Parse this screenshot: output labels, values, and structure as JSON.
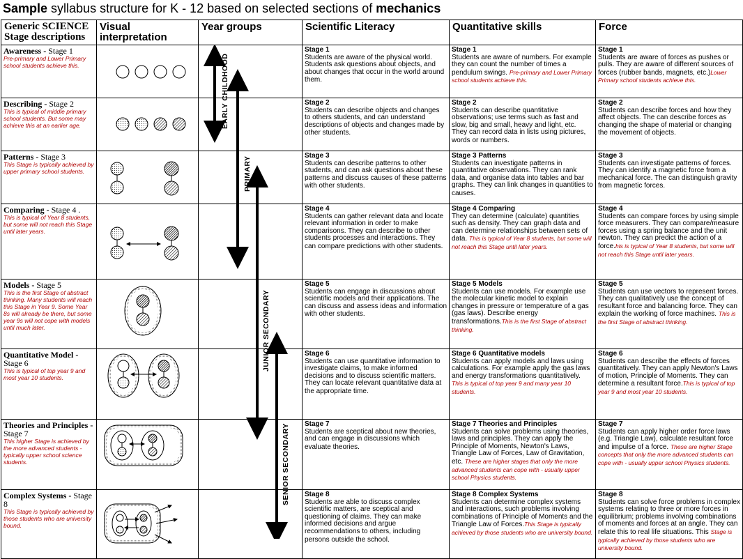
{
  "title": {
    "prefix": "Sample",
    "middle": " syllabus structure for K - 12 based on selected sections of ",
    "suffix": "mechanics"
  },
  "headers": {
    "c0_line1": "Generic SCIENCE",
    "c0_line2": "Stage descriptions",
    "visual": "Visual interpretation",
    "year": "Year groups",
    "literacy": "Scientific Literacy",
    "quant": "Quantitative skills",
    "force": "Force"
  },
  "year_labels": [
    "EARLY CHILDHOOD",
    "PRIMARY",
    "JUNIOR SECONDARY",
    "SENIOR SECONDARY"
  ],
  "rows": [
    {
      "name": "Awareness -",
      "stage": " Stage 1",
      "note": "Pre-primary and Lower Primary school students achieve this.",
      "lit": {
        "h": "Stage 1",
        "t": "Students are aware of the physical world. Students ask questions about objects, and about changes that occur in the world around them.",
        "n": ""
      },
      "quant": {
        "h": "Stage 1",
        "t": "Students are aware of numbers. For example they can count the number of times a pendulum swings. ",
        "n": "Pre-primary and Lower Primary school students achieve this."
      },
      "force": {
        "h": "Stage 1",
        "t": "Students are aware of forces as pushes or pulls. They are aware of different sources of forces (rubber bands, magnets, etc.)",
        "n": "Lower Primary school students achieve this."
      }
    },
    {
      "name": "Describing -",
      "stage": " Stage 2",
      "note": "This is typical of middle primary school students. But some may achieve this at an earlier age.",
      "lit": {
        "h": "Stage 2",
        "t": "Students can describe objects and changes to others students, and can understand descriptions of objects and changes made by other students.",
        "n": ""
      },
      "quant": {
        "h": "Stage 2",
        "t": "Students can describe quantitative observations; use terms such as fast and slow, big and small, heavy and light, etc. They can record data in lists using pictures, words or numbers.",
        "n": ""
      },
      "force": {
        "h": "Stage 2",
        "t": "Students can describe forces and how they affect objects. The can describe forces as changing the shape of material or changing the movement of objects.",
        "n": ""
      }
    },
    {
      "name": "Patterns -",
      "stage": " Stage 3",
      "note": "This Stage is typically achieved by upper primary school students.",
      "lit": {
        "h": "Stage 3",
        "t": "Students can describe patterns to other students, and can ask questions about these patterns and discuss causes of these patterns with other students.",
        "n": ""
      },
      "quant": {
        "h": "Stage 3 Patterns",
        "t": "Students can investigate patterns in quantitative observations. They can rank data, and organise data into tables and bar graphs. They can link changes in quantities to causes.",
        "n": ""
      },
      "force": {
        "h": "Stage 3",
        "t": "Students can investigate patterns of forces. They can identify a magnetic force from a mechanical force. The can distinguish gravity from magnetic forces.",
        "n": ""
      }
    },
    {
      "name": "Comparing -",
      "stage": " Stage 4 .",
      "note": "This is typical of Year 8 students, but some will not reach this Stage until later years.",
      "lit": {
        "h": "Stage 4",
        "t": "Students can gather relevant data and locate relevant information in order to make comparisons. They can describe  to other students processes and interactions. They can compare predictions with other students.",
        "n": ""
      },
      "quant": {
        "h": "Stage 4 Comparing",
        "t": "They can determine (calculate) quantities such as density. They can graph data and can determine relationships between sets of data. ",
        "n": "This is typical of Year 8 students, but some will not reach this Stage until later years."
      },
      "force": {
        "h": "Stage 4",
        "t": "Students can compare forces by using simple force measurers. They can compare/measure forces using a spring balance and the unit newton. They can predict the action of a force.",
        "n": "his is typical of Year 8 students, but some will not reach this Stage until later years."
      }
    },
    {
      "name": "Models -",
      "stage": " Stage 5",
      "note": "This is the first Stage of abstract thinking. Many students will reach this Stage in Year 9. Some Year 8s will already be there, but some year 9s will not cope with models until much later.",
      "lit": {
        "h": "Stage 5",
        "t": "Students can engage in discussions about scientific models and their applications. The can discuss and assess ideas and information with other students.",
        "n": ""
      },
      "quant": {
        "h": "Stage 5 Models",
        "t": "Students can use models. For example use the molecular kinetic model to explain changes in pressure or temperature of a gas (gas laws). Describe energy transformations.",
        "n": "This is the first Stage of abstract thinking."
      },
      "force": {
        "h": "Stage 5",
        "t": "Students can use vectors to represent forces. They can qualitatively use the concept of resultant force and balancing force. They can explain the working of force machines. ",
        "n": "This is the first Stage of abstract thinking."
      }
    },
    {
      "name": "Quantitative Model -",
      "stage": " Stage 6",
      "note": "This is typical of top year 9 and most year 10 students.",
      "lit": {
        "h": "Stage 6",
        "t": "Students can use quantitative information to investigate claims, to make informed decisions and to discuss scientific matters. They can locate relevant quantitative data at the appropriate time.",
        "n": ""
      },
      "quant": {
        "h": "Stage 6 Quantitative models",
        "t": "Students can apply models and laws using calculations. For example apply the gas laws and energy transformations quantitatively. ",
        "n": "This is typical of top year 9 and many year 10 students."
      },
      "force": {
        "h": "Stage 6",
        "t": "Students can describe the effects of forces quantitatively. They can apply Newton's Laws of motion, Principle of Moments. They can determine a resultant force.",
        "n": "This is typical of top year 9 and most year 10 students."
      }
    },
    {
      "name": "Theories and Principles -",
      "stage": " Stage 7",
      "note": "This higher Stage is achieved by the more advanced students  - typically upper school science students.",
      "lit": {
        "h": "Stage 7",
        "t": "Students are sceptical about new theories, and can engage in discussions which evaluate theories.",
        "n": ""
      },
      "quant": {
        "h": "Stage 7 Theories and Principles",
        "t": "Students can solve problems using theories, laws and principles. They can apply the Principle of Moments, Newton's Laws, Triangle Law of Forces, Law of Gravitation, etc. ",
        "n": "These are higher stages that only the more advanced students can cope with - usually upper school Physics students."
      },
      "force": {
        "h": "Stage 7",
        "t": "Students can apply higher order force laws (e.g. Triangle Law), calculate resultant force and impulse of a force. ",
        "n": "These are higher Stage concepts that only the more advanced students can cope with - usually upper school Physics students."
      }
    },
    {
      "name": "Complex Systems  -",
      "stage": " Stage 8",
      "note": "This Stage is typically achieved by those students who are university bound.",
      "lit": {
        "h": "Stage 8",
        "t": "Students are able to discuss complex scientific matters, are sceptical and questioning of claims. They can make informed decisions and argue recommendations to others, including persons outside the school.",
        "n": ""
      },
      "quant": {
        "h": "Stage 8 Complex Systems",
        "t": "Students can determine complex systems and interactions, such problems involving combinations of Principle of Moments and the Triangle Law of Forces.",
        "n": "This Stage is typically achieved by those students who are university bound."
      },
      "force": {
        "h": "Stage 8",
        "t": "Students can solve force problems in complex systems relating to three or more forces in equilibrium; problems involving combinations of moments and forces at an angle. They can relate this to real life situations. This ",
        "n": "Stage is typically achieved by those students who are university bound."
      }
    }
  ]
}
